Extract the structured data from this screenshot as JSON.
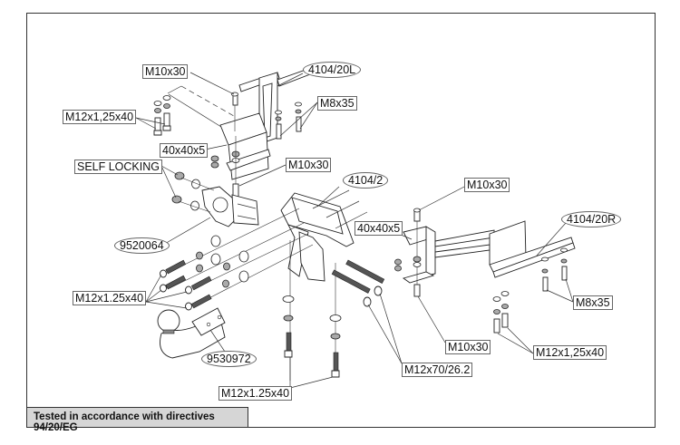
{
  "diagram": {
    "title": "Tow bar exploded assembly diagram",
    "part_numbers": {
      "left_bracket": "4104/20L",
      "center_crossbar": "4104/2",
      "right_bracket": "4104/20R",
      "socket_plate": "9520064",
      "ball_neck": "9530972"
    },
    "fasteners": {
      "top_left_bolt": "M10x30",
      "left_bracket_bolts": "M12x1,25x40",
      "left_m8": "M8x35",
      "left_spacer": "40x40x5",
      "self_locking": "SELF LOCKING",
      "left_lower_bolt": "M10x30",
      "right_top_bolt": "M10x30",
      "right_spacer": "40x40x5",
      "right_m8": "M8x35",
      "ball_bolts": "M12x1.25x40",
      "right_lower_bolt": "M10x30",
      "right_bracket_bolts": "M12x1,25x40",
      "long_bolts": "M12x70/26.2",
      "bottom_bolts": "M12x1.25x40"
    },
    "footer": "Tested in accordance with directives 94/20/EG"
  }
}
